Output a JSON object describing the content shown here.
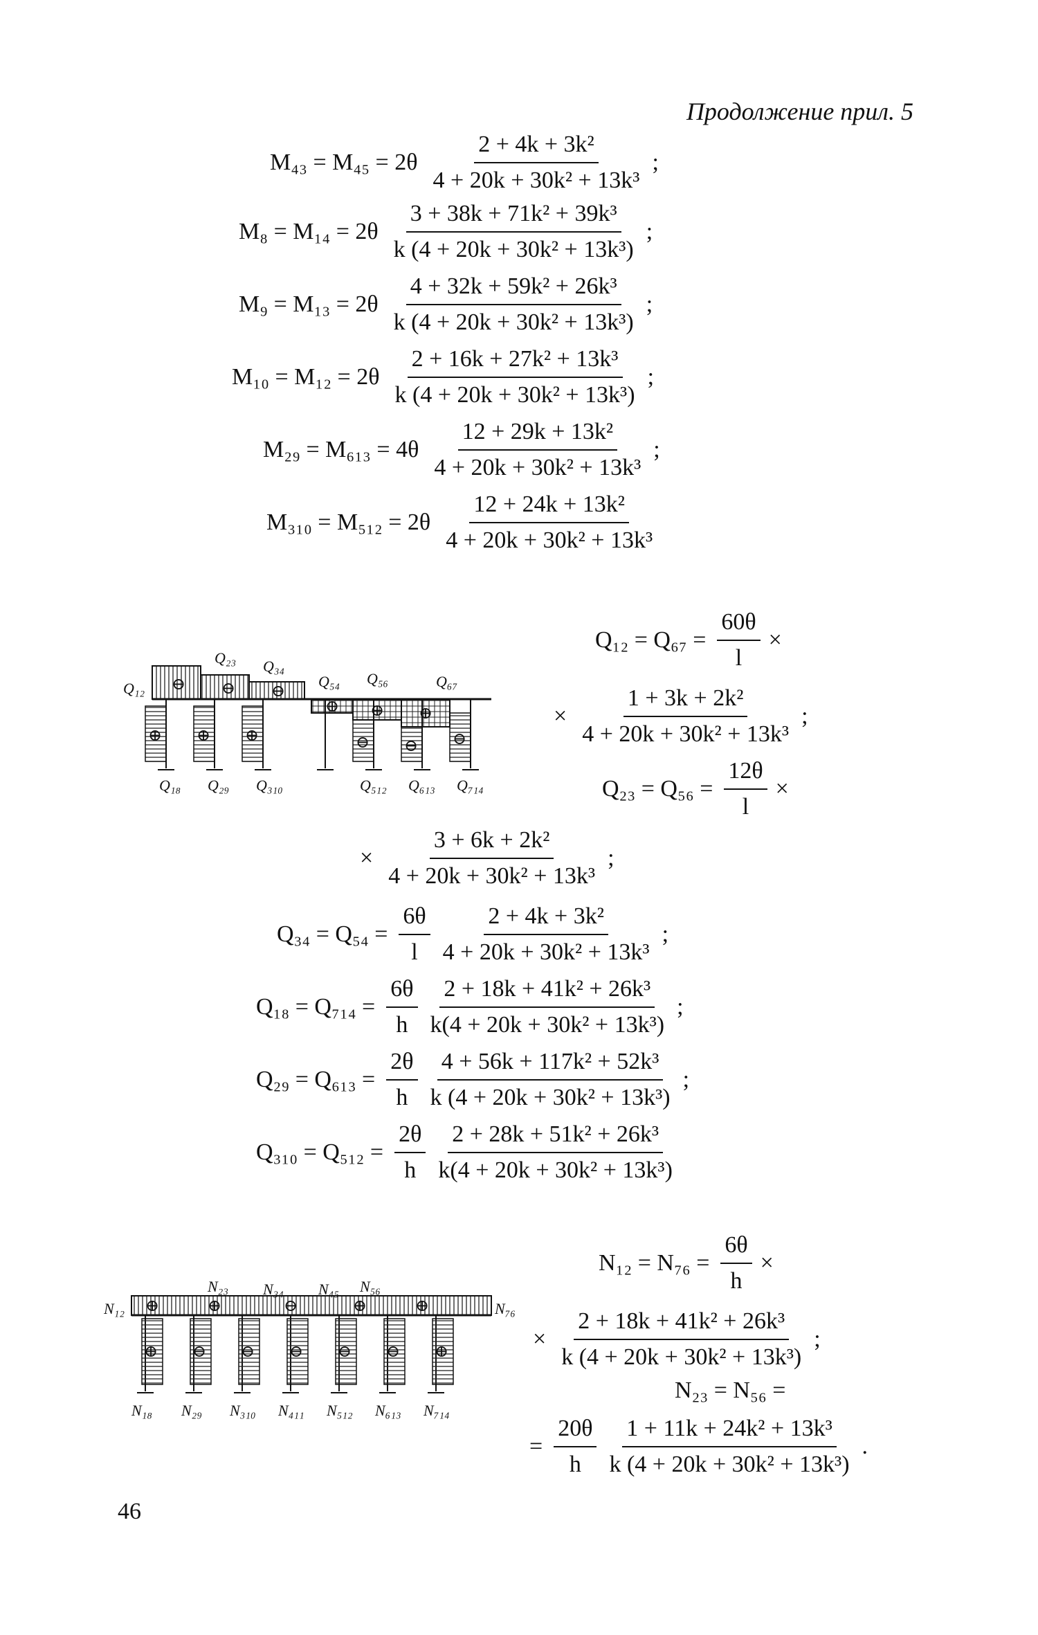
{
  "header": {
    "continuation": "Продолжение прил. 5"
  },
  "page_number": "46",
  "equations_m": [
    {
      "lhs": "M₄₃ = M₄₅ = 2θ",
      "num": "2 + 4k + 3k²",
      "den": "4 + 20k + 30k² + 13k³",
      "tail": ";"
    },
    {
      "lhs": "M₈ = M₁₄ = 2θ",
      "num": "3 + 38k + 71k² + 39k³",
      "den": "k (4 + 20k + 30k² + 13k³)",
      "tail": ";"
    },
    {
      "lhs": "M₉ = M₁₃ = 2θ",
      "num": "4 + 32k + 59k² + 26k³",
      "den": "k (4 + 20k + 30k² + 13k³)",
      "tail": ";"
    },
    {
      "lhs": "M₁₀ = M₁₂ = 2θ",
      "num": "2 + 16k + 27k² + 13k³",
      "den": "k (4 + 20k + 30k² + 13k³)",
      "tail": ";"
    },
    {
      "lhs": "M₂₉ = M₆₁₃ = 4θ",
      "num": "12 + 29k + 13k²",
      "den": "4 + 20k + 30k² + 13k³",
      "tail": ";"
    },
    {
      "lhs": "M₃₁₀ = M₅₁₂ = 2θ",
      "num": "12 + 24k + 13k²",
      "den": "4 + 20k + 30k² + 13k³",
      "tail": ""
    }
  ],
  "equations_q_side": [
    {
      "lhs": "Q₁₂ = Q₆₇ =",
      "num": "60θ",
      "den": "l",
      "tail": "×"
    },
    {
      "lhs": "×",
      "num": "1 + 3k + 2k²",
      "den": "4 + 20k + 30k² + 13k³",
      "tail": ";"
    },
    {
      "lhs": "Q₂₃ = Q₅₆ =",
      "num": "12θ",
      "den": "l",
      "tail": "×"
    }
  ],
  "equations_q": [
    {
      "lhs": "×",
      "num": "3 + 6k + 2k²",
      "den": "4 + 20k + 30k² + 13k³",
      "tail": ";"
    },
    {
      "lhs": "Q₃₄ = Q₅₄ =",
      "num1": "6θ",
      "den1": "l",
      "num": "2 + 4k + 3k²",
      "den": "4 + 20k + 30k² + 13k³",
      "tail": ";"
    },
    {
      "lhs": "Q₁₈ = Q₇₁₄ =",
      "num1": "6θ",
      "den1": "h",
      "num": "2 + 18k + 41k² + 26k³",
      "den": "k(4 + 20k + 30k² + 13k³)",
      "tail": ";"
    },
    {
      "lhs": "Q₂₉ = Q₆₁₃ =",
      "num1": "2θ",
      "den1": "h",
      "num": "4 + 56k + 117k² + 52k³",
      "den": "k (4 + 20k + 30k² + 13k³)",
      "tail": ";"
    },
    {
      "lhs": "Q₃₁₀ = Q₅₁₂ =",
      "num1": "2θ",
      "den1": "h",
      "num": "2 + 28k + 51k² + 26k³",
      "den": "k(4 + 20k + 30k² + 13k³)",
      "tail": ""
    }
  ],
  "equations_n_side": [
    {
      "lhs": "N₁₂ = N₇₆ =",
      "num": "6θ",
      "den": "h",
      "tail": "×"
    },
    {
      "lhs": "×",
      "num": "2 + 18k + 41k² + 26k³",
      "den": "k (4 + 20k + 30k² + 13k³)",
      "tail": ";"
    },
    {
      "lhs": "N₂₃ = N₅₆ =",
      "tail": ""
    },
    {
      "lhs": "=",
      "num1": "20θ",
      "den1": "h",
      "num": "1 + 11k + 24k² + 13k³",
      "den": "k (4 + 20k + 30k² + 13k³)",
      "tail": "."
    }
  ],
  "diagram_q_labels": {
    "top": [
      "Q₁₂",
      "Q₂₃",
      "Q₃₄",
      "Q₅₄",
      "Q₅₆",
      "Q₆₇"
    ],
    "bottom": [
      "Q₁₈",
      "Q₂₉",
      "Q₃₁₀",
      "Q₅₁₂",
      "Q₆₁₃",
      "Q₇₁₄"
    ]
  },
  "diagram_n_labels": {
    "top": [
      "N₁₂",
      "N₂₃",
      "N₃₄",
      "N₄₅",
      "N₅₆",
      "N₇₆"
    ],
    "bottom": [
      "N₁₈",
      "N₂₉",
      "N₃₁₀",
      "N₄₁₁",
      "N₅₁₂",
      "N₆₁₃",
      "N₇₁₄"
    ]
  },
  "signs": {
    "plus": "⊕",
    "minus": "⊖"
  }
}
